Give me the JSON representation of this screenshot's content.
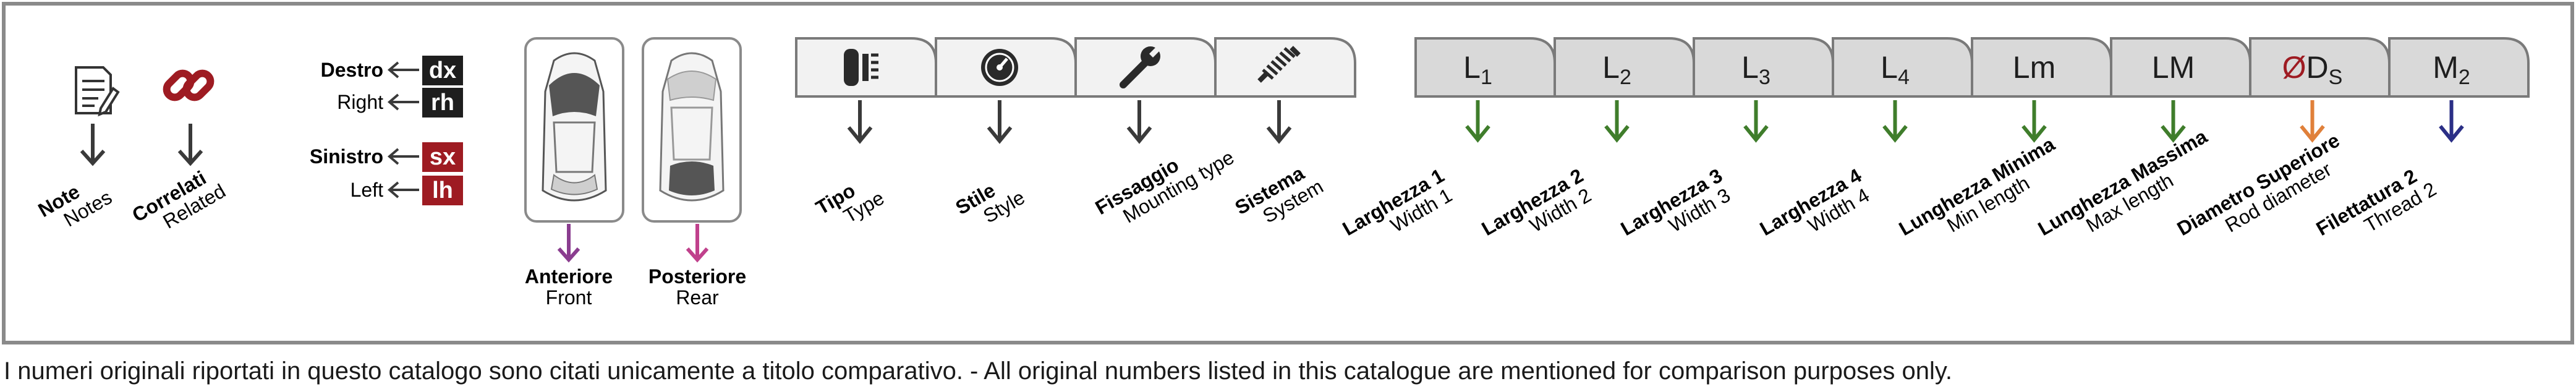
{
  "colors": {
    "border": "#8a8a8a",
    "dark_red": "#9e1b22",
    "purple": "#8a3d8f",
    "pink": "#c0418c",
    "green": "#3f7d2b",
    "orange": "#e0803a",
    "navy": "#2b2f86",
    "tab_gray": "#d9d9d9"
  },
  "note": {
    "title": "Note",
    "subtitle": "Notes",
    "icon": "notepad-icon"
  },
  "related": {
    "title": "Correlati",
    "subtitle": "Related",
    "icon": "chain-link-icon"
  },
  "sides": {
    "destro": "Destro",
    "right": "Right",
    "dx": "dx",
    "rh": "rh",
    "sinistro": "Sinistro",
    "left": "Left",
    "sx": "sx",
    "lh": "lh"
  },
  "cars": [
    {
      "title": "Anteriore",
      "subtitle": "Front",
      "icon": "car-front-icon"
    },
    {
      "title": "Posteriore",
      "subtitle": "Rear",
      "icon": "car-rear-icon"
    }
  ],
  "type_tabs": [
    {
      "title": "Tipo",
      "subtitle": "Type",
      "icon": "shock-absorber-type-icon"
    },
    {
      "title": "Stile",
      "subtitle": "Style",
      "icon": "speedometer-icon"
    },
    {
      "title": "Fissaggio",
      "subtitle": "Mounting type",
      "icon": "wrench-icon"
    },
    {
      "title": "Sistema",
      "subtitle": "System",
      "icon": "spring-icon"
    }
  ],
  "dim_tabs": [
    {
      "symbol": "L",
      "sub": "1",
      "title": "Larghezza 1",
      "subtitle": "Width 1",
      "color": "#3f7d2b"
    },
    {
      "symbol": "L",
      "sub": "2",
      "title": "Larghezza 2",
      "subtitle": "Width 2",
      "color": "#3f7d2b"
    },
    {
      "symbol": "L",
      "sub": "3",
      "title": "Larghezza 3",
      "subtitle": "Width 3",
      "color": "#3f7d2b"
    },
    {
      "symbol": "L",
      "sub": "4",
      "title": "Larghezza 4",
      "subtitle": "Width 4",
      "color": "#3f7d2b"
    },
    {
      "symbol": "Lm",
      "sub": "",
      "title": "Lunghezza Minima",
      "subtitle": "Min length",
      "color": "#3f7d2b"
    },
    {
      "symbol": "LM",
      "sub": "",
      "title": "Lunghezza Massima",
      "subtitle": "Max length",
      "color": "#3f7d2b"
    },
    {
      "symbol": "ØD",
      "sub": "S",
      "title": "Diametro Superiore",
      "subtitle": "Rod diameter",
      "color": "#e0803a"
    },
    {
      "symbol": "M",
      "sub": "2",
      "title": "Filettatura 2",
      "subtitle": "Thread 2",
      "color": "#2b2f86"
    }
  ],
  "disclaimer": "I numeri originali riportati in questo catalogo sono citati unicamente a titolo comparativo. - All original numbers listed in this catalogue are mentioned for comparison purposes only."
}
